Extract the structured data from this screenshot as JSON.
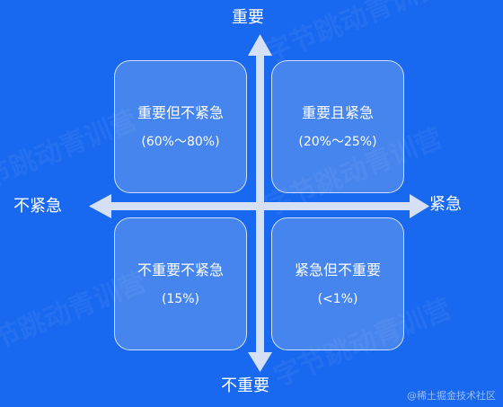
{
  "colors": {
    "background": "#1868f0",
    "axis": "#d6e0f5",
    "quadrant_fill": "#7d9fd9",
    "quadrant_border": "#ffffff",
    "text": "#ffffff"
  },
  "axes": {
    "top": "重要",
    "bottom": "不重要",
    "left": "不紧急",
    "right": "紧急"
  },
  "quadrants": {
    "top_left": {
      "title": "重要但不紧急",
      "share": "(60%～80%)"
    },
    "top_right": {
      "title": "重要且紧急",
      "share": "(20%～25%)"
    },
    "bottom_left": {
      "title": "不重要不紧急",
      "share": "(15%)"
    },
    "bottom_right": {
      "title": "紧急但不重要",
      "share": "(<1%)"
    }
  },
  "watermark": "字节跳动青训营",
  "credit": "@稀土掘金技术社区"
}
